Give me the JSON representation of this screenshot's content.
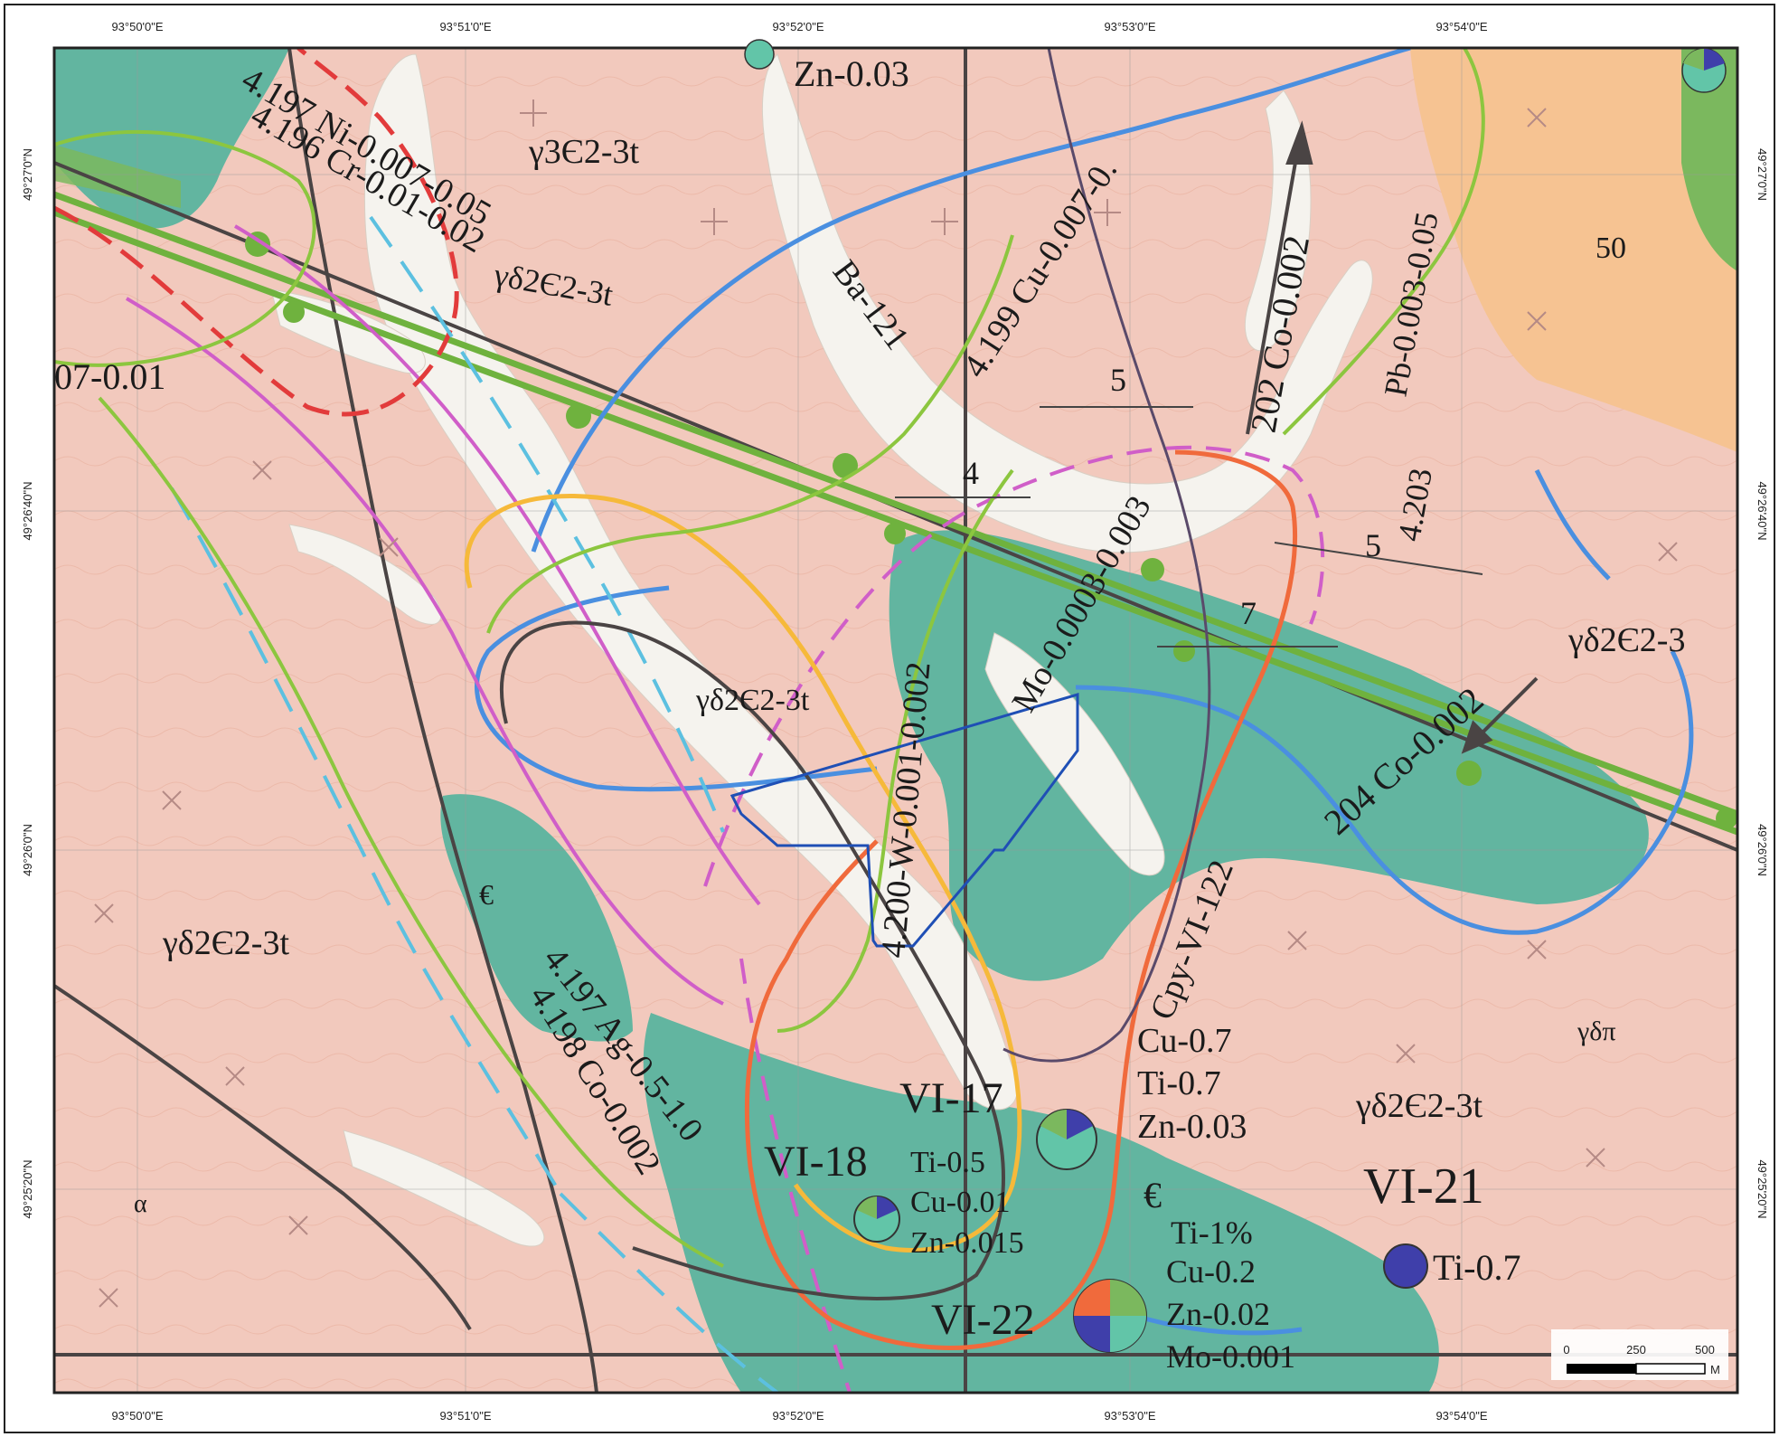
{
  "map": {
    "lon_ticks": [
      "93°50'0\"E",
      "93°51'0\"E",
      "93°52'0\"E",
      "93°53'0\"E",
      "93°54'0\"E"
    ],
    "lat_ticks": [
      "49°27'0\"N",
      "49°26'40\"N",
      "49°26'0\"N",
      "49°25'20\"N"
    ],
    "scale_bar": {
      "ticks": [
        "0",
        "250",
        "500"
      ],
      "unit": "M"
    },
    "colors": {
      "pink_granite": "#f2c9bd",
      "teal_unit": "#62b5a0",
      "orange_unit": "#f6c392",
      "green_unit": "#7bb85e",
      "white_alluvium": "#f5f3ee",
      "blue_line": "#4a8fe0",
      "green_line": "#6fb23e",
      "red_dashed": "#e23b3b",
      "magenta_line": "#d05ec8",
      "orange_line": "#f06a3c",
      "yellow_line": "#f6b93a",
      "dark_line": "#4a4444",
      "polygon_outline": "#1f4fb5"
    },
    "geology_labels": [
      "γ3Є2-3t",
      "γδ2Є2-3t",
      "γδ2Є2-3",
      "γδ2Є2-3t",
      "γδ2Є2-3t",
      "γδ2Є2-3t",
      "γδπ",
      "α",
      "€",
      "€",
      "50"
    ],
    "station_labels": [
      "VI-17",
      "VI-18",
      "VI-21",
      "VI-22"
    ],
    "element_labels": [
      "Zn-0.03",
      "07-0.01",
      "Cu-0.7",
      "Ti-0.7",
      "Zn-0.03",
      "Ti-0.5",
      "Cu-0.01",
      "Zn-0.015",
      "Ti-1%",
      "Cu-0.2",
      "Zn-0.02",
      "Mo-0.001",
      "Ti-0.7"
    ],
    "anomaly_labels": [
      "4.196 Cr-0.01-0.02",
      "4.197 Ni-0.007-0.05",
      "4.199 Cu-0.007-0.",
      "202 Co-0.002",
      "Pb-0.003-0.05",
      "4.203",
      "Ba-121",
      "204 Co-0.002",
      "Cpy-VI-122",
      "4.197 Ag-0.5-1.0",
      "4.198 Co-0.002",
      "4.200-W-0.001-0.002",
      "Mo-0.0003-0.003"
    ],
    "numbers": [
      "5",
      "4",
      "5",
      "7"
    ]
  }
}
